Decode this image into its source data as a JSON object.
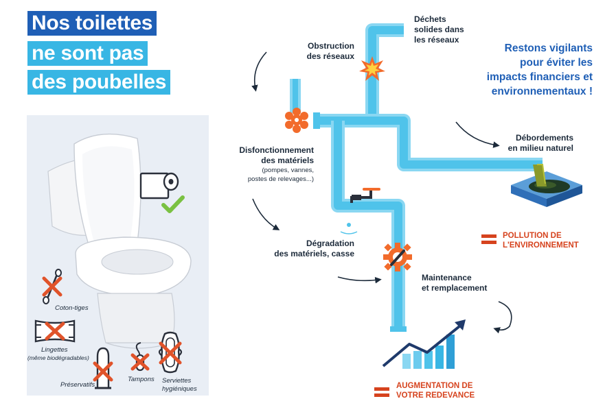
{
  "title": {
    "lines": [
      "Nos toilettes",
      "ne sont pas",
      "des poubelles"
    ]
  },
  "slogan": {
    "lines": [
      "Restons vigilants",
      "pour éviter les",
      "impacts financiers et",
      "environnementaux !"
    ]
  },
  "diagram": {
    "obstruction": [
      "Obstruction",
      "des réseaux"
    ],
    "dechets": [
      "Déchets",
      "solides dans",
      "les réseaux"
    ],
    "disfonctionnement": [
      "Disfonctionnement",
      "des matériels"
    ],
    "disfonctionnement_sub": [
      "(pompes, vannes,",
      "postes de relevages...)"
    ],
    "degradation": [
      "Dégradation",
      "des matériels, casse"
    ],
    "maintenance": [
      "Maintenance",
      "et remplacement"
    ],
    "debordements": [
      "Débordements",
      "en milieu naturel"
    ]
  },
  "results": {
    "pollution": [
      "POLLUTION DE",
      "L'ENVIRONNEMENT"
    ],
    "redevance": [
      "AUGMENTATION DE",
      "VOTRE REDEVANCE"
    ]
  },
  "items": {
    "coton": "Coton-tiges",
    "lingettes": "Lingettes",
    "lingettes_sub": "(même biodégradables)",
    "preservatifs": "Préservatifs",
    "tampons": "Tampons",
    "serviettes": [
      "Serviettes",
      "hygiéniques"
    ]
  },
  "colors": {
    "title_dark": "#1f5fb6",
    "title_light": "#38b6e4",
    "pipe": "#4fc3ea",
    "accent_orange": "#f26b2b",
    "result_red": "#d6431e",
    "ok_green": "#7ac142",
    "forbidden_red": "#e0532a"
  },
  "icons": [
    "toilet-icon",
    "toilet-paper-icon",
    "check-icon",
    "cotton-swab-icon",
    "wipes-icon",
    "condom-icon",
    "tampon-icon",
    "pad-icon",
    "pipe-icon",
    "explosion-icon",
    "valve-icon",
    "faucet-icon",
    "gear-wrench-icon",
    "polluted-water-icon",
    "growth-chart-icon",
    "arrow-icon"
  ]
}
